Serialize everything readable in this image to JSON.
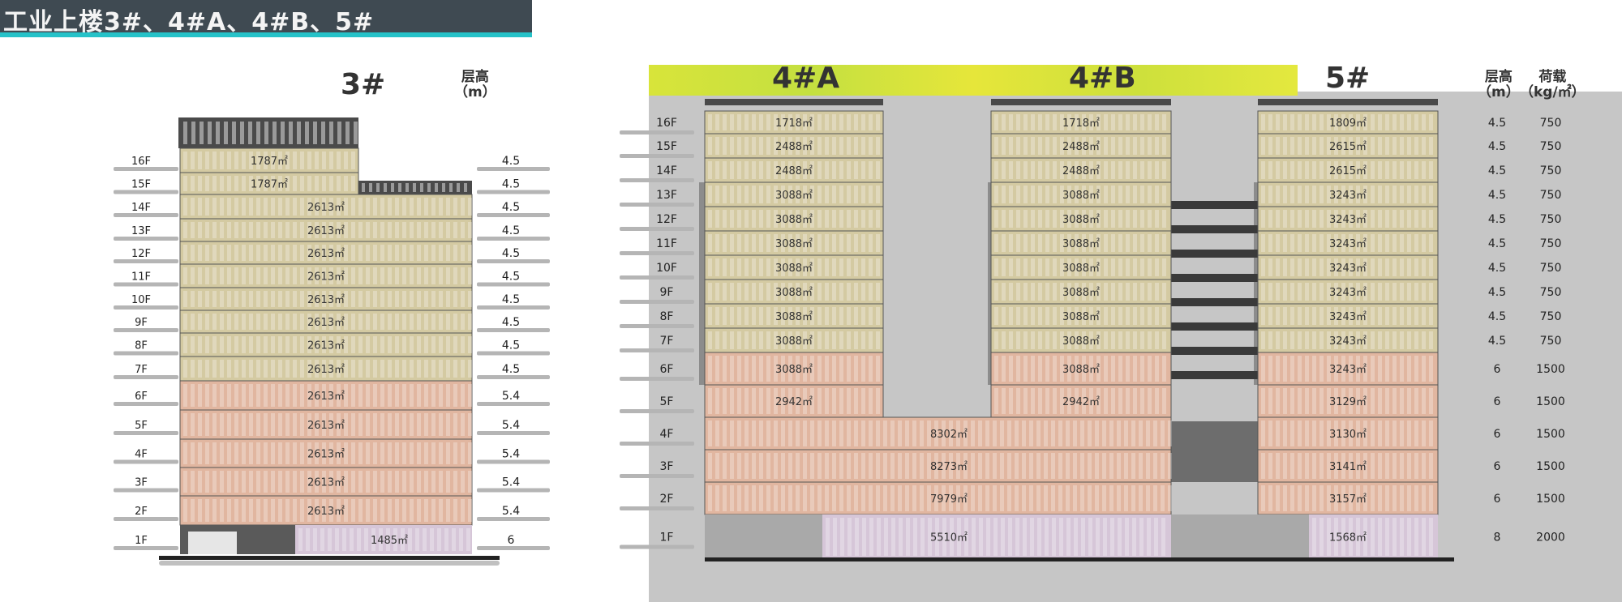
{
  "title": "工业上楼3#、4#A、4#B、5#",
  "left": {
    "building_label": "3#",
    "height_header": [
      "层高",
      "（m）"
    ],
    "floors": [
      {
        "floor": "16F",
        "area": "1787㎡",
        "height": "4.5"
      },
      {
        "floor": "15F",
        "area": "1787㎡",
        "height": "4.5"
      },
      {
        "floor": "14F",
        "area": "2613㎡",
        "height": "4.5"
      },
      {
        "floor": "13F",
        "area": "2613㎡",
        "height": "4.5"
      },
      {
        "floor": "12F",
        "area": "2613㎡",
        "height": "4.5"
      },
      {
        "floor": "11F",
        "area": "2613㎡",
        "height": "4.5"
      },
      {
        "floor": "10F",
        "area": "2613㎡",
        "height": "4.5"
      },
      {
        "floor": "9F",
        "area": "2613㎡",
        "height": "4.5"
      },
      {
        "floor": "8F",
        "area": "2613㎡",
        "height": "4.5"
      },
      {
        "floor": "7F",
        "area": "2613㎡",
        "height": "4.5"
      },
      {
        "floor": "6F",
        "area": "2613㎡",
        "height": "5.4"
      },
      {
        "floor": "5F",
        "area": "2613㎡",
        "height": "5.4"
      },
      {
        "floor": "4F",
        "area": "2613㎡",
        "height": "5.4"
      },
      {
        "floor": "3F",
        "area": "2613㎡",
        "height": "5.4"
      },
      {
        "floor": "2F",
        "area": "2613㎡",
        "height": "5.4"
      },
      {
        "floor": "1F",
        "area": "1485㎡",
        "height": "6"
      }
    ]
  },
  "right": {
    "building_labels": [
      "4#A",
      "4#B",
      "5#"
    ],
    "height_header": [
      "层高",
      "（m）"
    ],
    "load_header": [
      "荷载",
      "（kg/㎡）"
    ],
    "floors": [
      {
        "floor": "16F",
        "a": "1718㎡",
        "b": "1718㎡",
        "c": "1809㎡",
        "height": "4.5",
        "load": "750"
      },
      {
        "floor": "15F",
        "a": "2488㎡",
        "b": "2488㎡",
        "c": "2615㎡",
        "height": "4.5",
        "load": "750"
      },
      {
        "floor": "14F",
        "a": "2488㎡",
        "b": "2488㎡",
        "c": "2615㎡",
        "height": "4.5",
        "load": "750"
      },
      {
        "floor": "13F",
        "a": "3088㎡",
        "b": "3088㎡",
        "c": "3243㎡",
        "height": "4.5",
        "load": "750"
      },
      {
        "floor": "12F",
        "a": "3088㎡",
        "b": "3088㎡",
        "c": "3243㎡",
        "height": "4.5",
        "load": "750"
      },
      {
        "floor": "11F",
        "a": "3088㎡",
        "b": "3088㎡",
        "c": "3243㎡",
        "height": "4.5",
        "load": "750"
      },
      {
        "floor": "10F",
        "a": "3088㎡",
        "b": "3088㎡",
        "c": "3243㎡",
        "height": "4.5",
        "load": "750"
      },
      {
        "floor": "9F",
        "a": "3088㎡",
        "b": "3088㎡",
        "c": "3243㎡",
        "height": "4.5",
        "load": "750"
      },
      {
        "floor": "8F",
        "a": "3088㎡",
        "b": "3088㎡",
        "c": "3243㎡",
        "height": "4.5",
        "load": "750"
      },
      {
        "floor": "7F",
        "a": "3088㎡",
        "b": "3088㎡",
        "c": "3243㎡",
        "height": "4.5",
        "load": "750"
      },
      {
        "floor": "6F",
        "a": "3088㎡",
        "b": "3088㎡",
        "c": "3243㎡",
        "height": "6",
        "load": "1500"
      },
      {
        "floor": "5F",
        "a": "2942㎡",
        "b": "2942㎡",
        "c": "3129㎡",
        "height": "6",
        "load": "1500"
      },
      {
        "floor": "4F",
        "ab": "8302㎡",
        "c": "3130㎡",
        "height": "6",
        "load": "1500"
      },
      {
        "floor": "3F",
        "ab": "8273㎡",
        "c": "3141㎡",
        "height": "6",
        "load": "1500"
      },
      {
        "floor": "2F",
        "ab": "7979㎡",
        "c": "3157㎡",
        "height": "6",
        "load": "1500"
      },
      {
        "floor": "1F",
        "ab": "5510㎡",
        "c": "1568㎡",
        "height": "8",
        "load": "2000"
      }
    ]
  },
  "colors": {
    "upper_floor": "#d4caa2",
    "lower_floor": "#e1b6a0",
    "ground_floor": "#d6c6d8",
    "roof": "#4a4a4a",
    "panel": "#c6c6c6",
    "title_bar": "#3f4a52",
    "title_accent": "#26c2c8"
  }
}
